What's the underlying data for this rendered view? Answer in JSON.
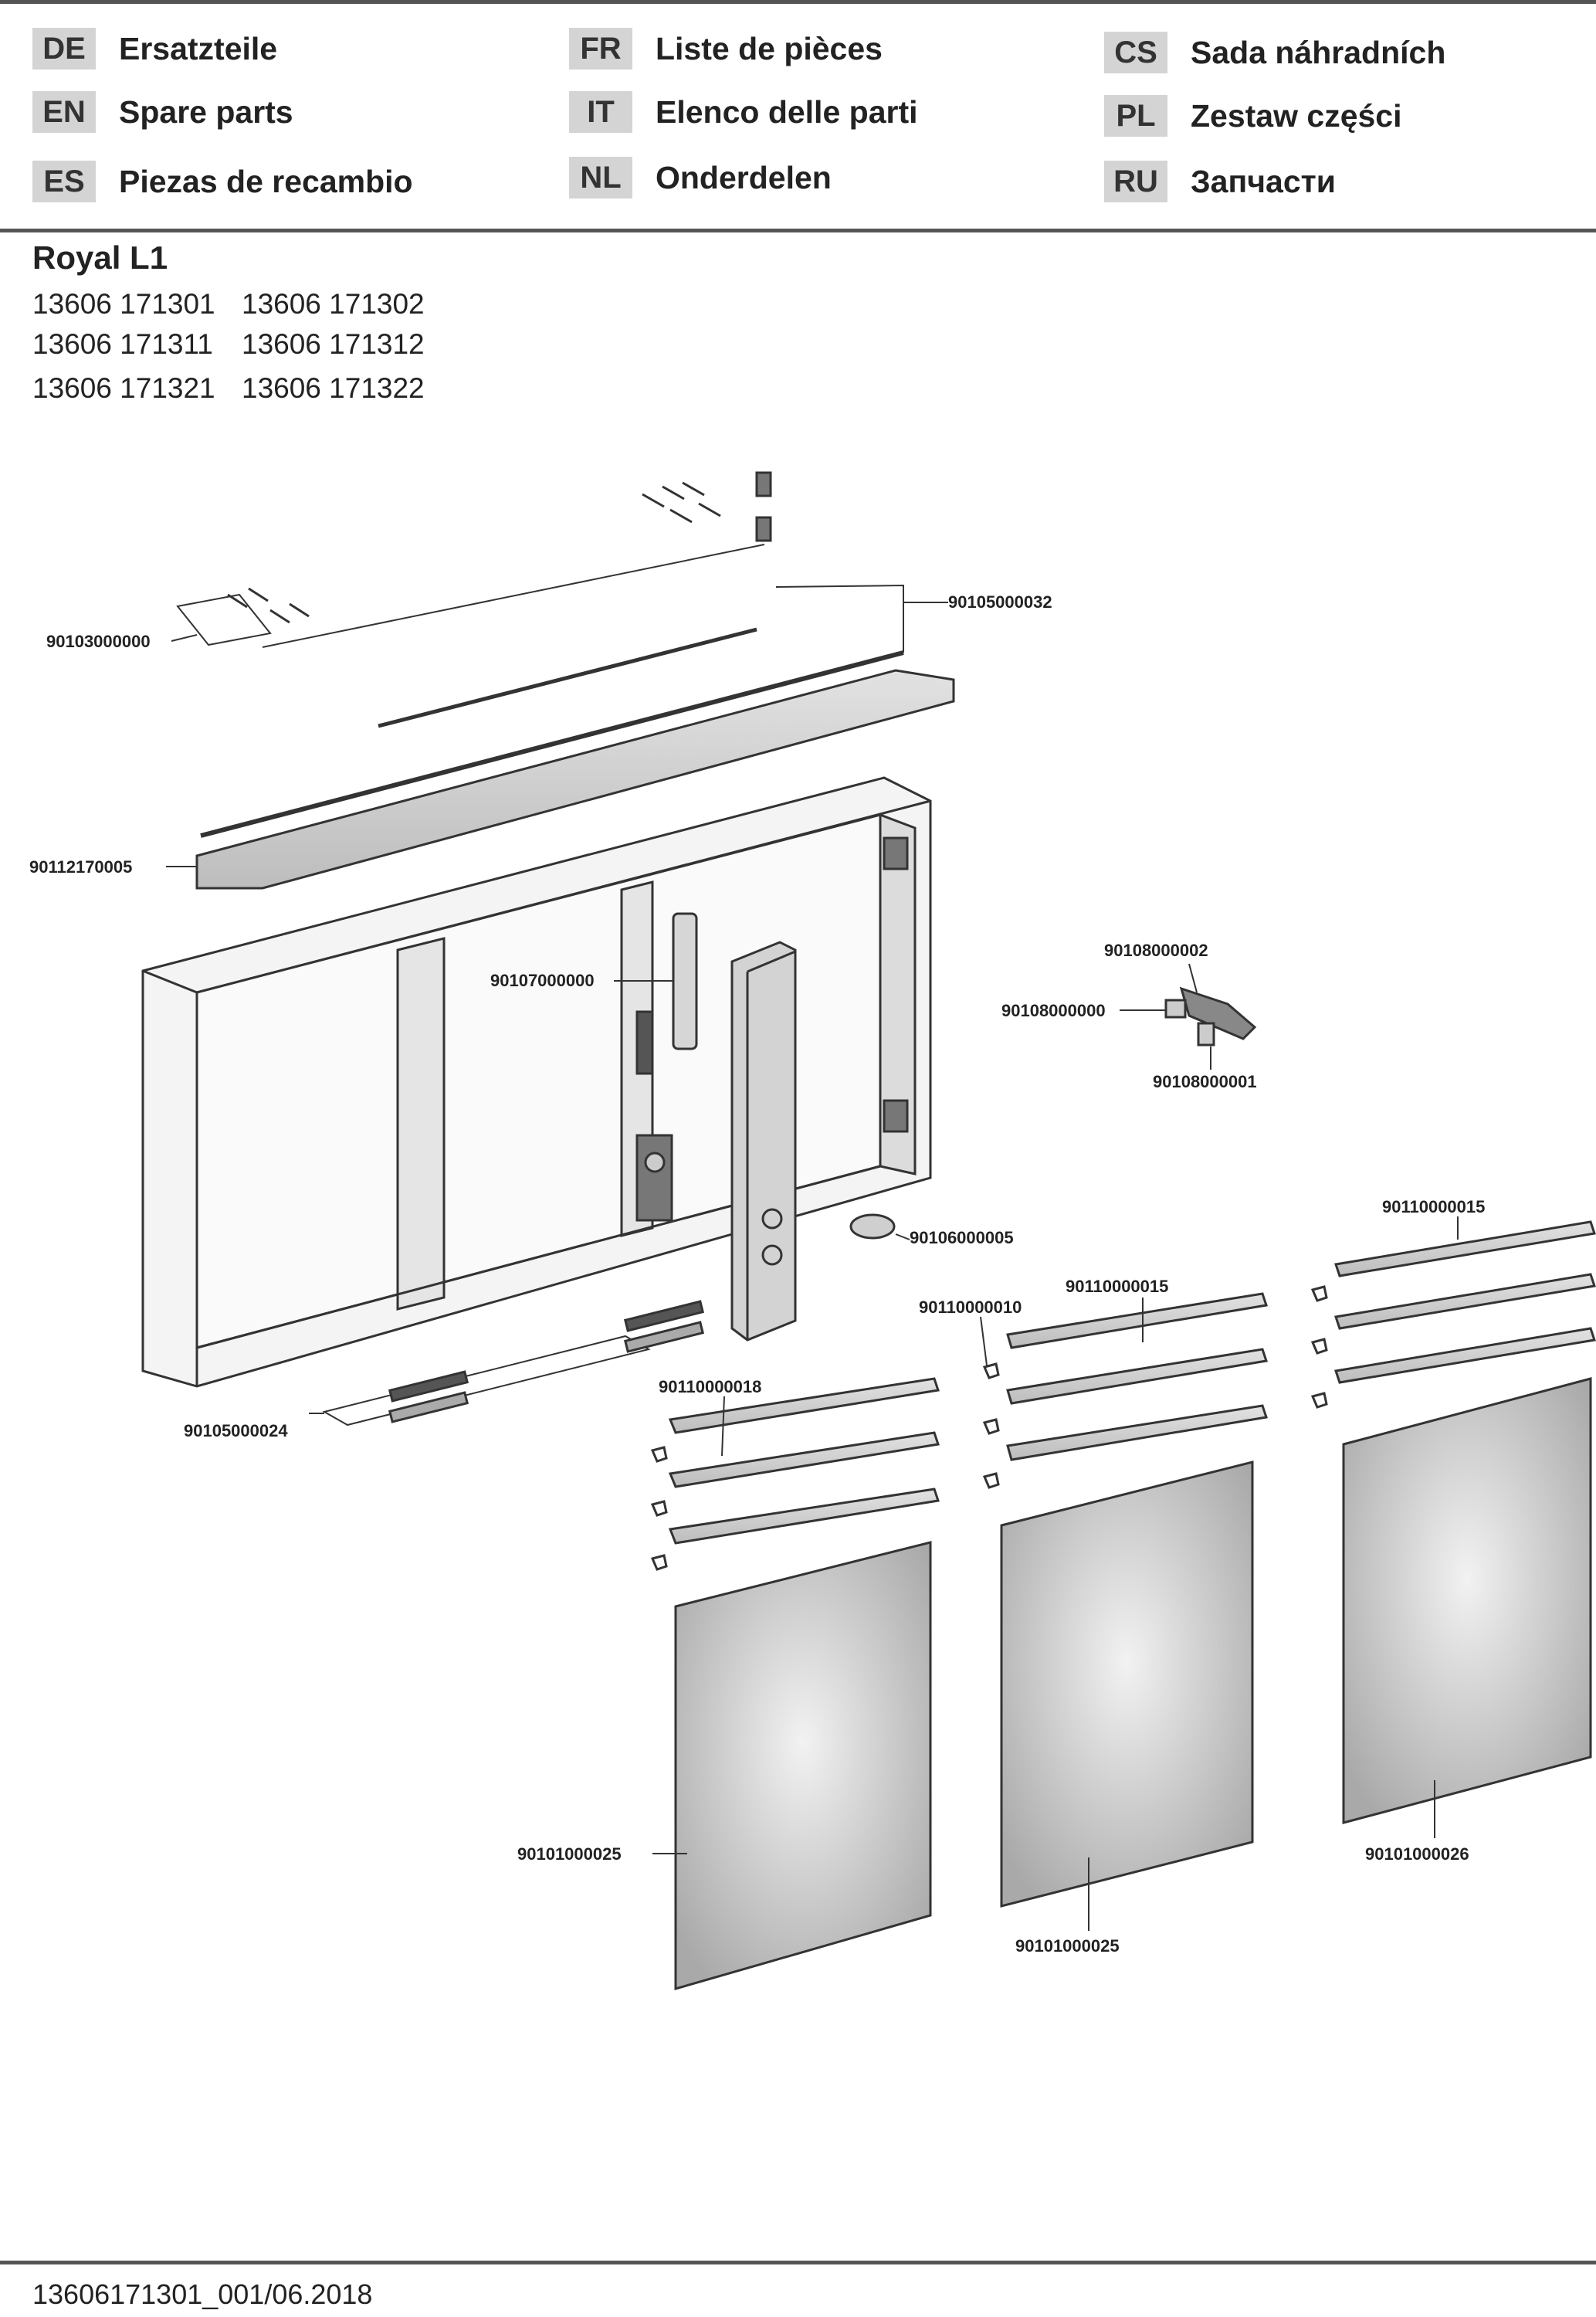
{
  "languages": [
    {
      "code": "DE",
      "name": "Ersatzteile"
    },
    {
      "code": "EN",
      "name": "Spare parts"
    },
    {
      "code": "ES",
      "name": "Piezas de recambio"
    },
    {
      "code": "FR",
      "name": "Liste de pièces"
    },
    {
      "code": "IT",
      "name": "Elenco delle parti"
    },
    {
      "code": "NL",
      "name": "Onderdelen"
    },
    {
      "code": "CS",
      "name": "Sada náhradních"
    },
    {
      "code": "PL",
      "name": "Zestaw części"
    },
    {
      "code": "RU",
      "name": "Запчасти"
    }
  ],
  "product": {
    "title": "Royal L1",
    "article_numbers": [
      "13606 171301",
      "13606 171302",
      "13606 171311",
      "13606 171312",
      "13606 171321",
      "13606 171322"
    ]
  },
  "parts": {
    "p_90103000000": "90103000000",
    "p_90105000032": "90105000032",
    "p_90112170005": "90112170005",
    "p_90107000000": "90107000000",
    "p_90108000002": "90108000002",
    "p_90108000000": "90108000000",
    "p_90108000001": "90108000001",
    "p_90106000005": "90106000005",
    "p_90110000015_right": "90110000015",
    "p_90110000015_mid": "90110000015",
    "p_90110000010": "90110000010",
    "p_90110000018": "90110000018",
    "p_90105000024": "90105000024",
    "p_90101000025_left": "90101000025",
    "p_90101000025_mid": "90101000025",
    "p_90101000026": "90101000026"
  },
  "footer": "13606171301_001/06.2018"
}
